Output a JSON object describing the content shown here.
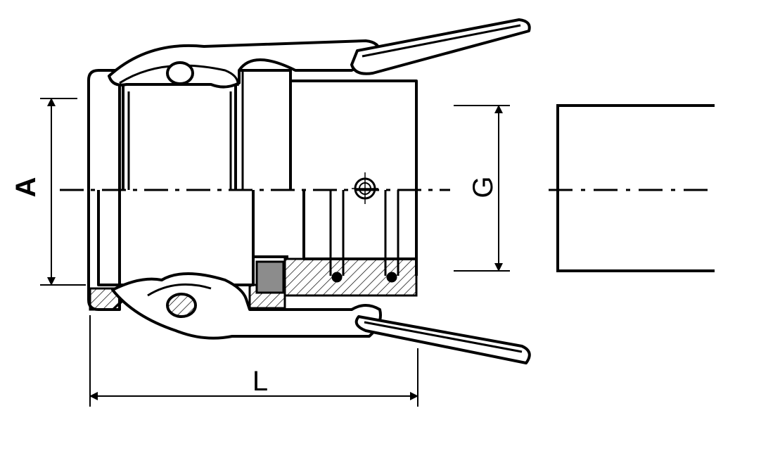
{
  "diagram": {
    "dimension_labels": {
      "A": "A",
      "G": "G",
      "L": "L"
    },
    "colors": {
      "stroke": "#000000",
      "background": "#ffffff",
      "gasket_fill": "#8c8c8c"
    }
  }
}
